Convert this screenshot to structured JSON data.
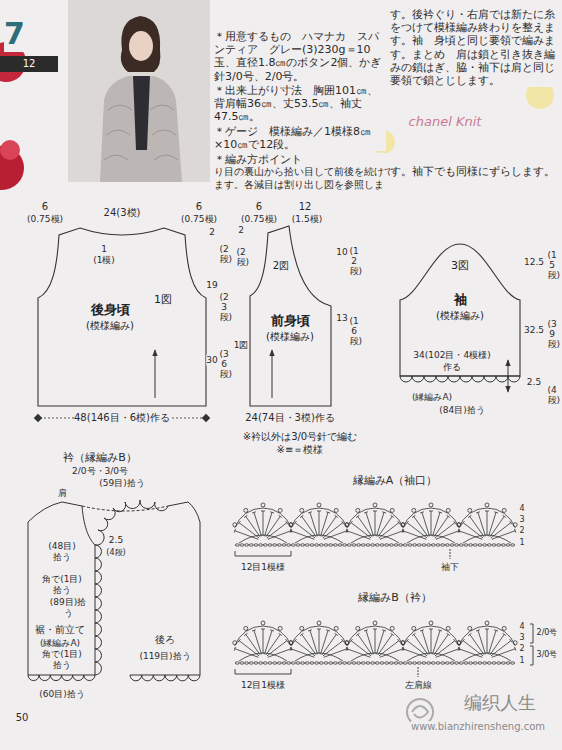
{
  "diagram": {
    "nodes": [
      {
        "text": [
          "1図",
          "後身頃",
          "(模様編み)"
        ]
      },
      {
        "text": [
          "2図",
          "前身頃",
          "(模様編み)"
        ]
      },
      {
        "text": [
          "3図",
          "袖",
          "(模様編み)"
        ]
      }
    ],
    "labels": [
      "7",
      "12",
      "＊用意するもの　ハマナカ　スパンティア　グレー(3)230g＝10玉、直径1.8㎝のボタン2個、かぎ針3/0号、2/0号。",
      "＊出来上がり寸法　胸囲101㎝、背肩幅36㎝、丈53.5㎝、袖丈47.5㎝。",
      "＊ゲージ　模様編み／1模様8㎝×10㎝で12段。",
      "＊編み方ポイント",
      "り目の裏山から拾い目して前後を続けて",
      "ます。各減目は割り出し図を参照しま",
      "す。後衿ぐり・右肩では新たに糸をつけて模様編み終わりを整えます。袖　身頃と同じ要領で編みます。まとめ　肩は鎖と引き抜き編みの鎖はぎ、脇・袖下は肩と同じ要領で鎖とじします。",
      "す。袖下でも同様にずらします。",
      "chanel Knit",
      "6",
      "(0.75模)",
      "24(3模)",
      "6",
      "(0.75模)",
      "1",
      "(1模)",
      "2",
      "(2段)",
      "19",
      "(23段)",
      "30",
      "(36段)",
      "48(146目・6模)作る",
      "6",
      "(0.75模)",
      "12",
      "(1.5模)",
      "2",
      "(2段)",
      "1図",
      "10",
      "(12段)",
      "13",
      "(16段)",
      "24(74目・3模)作る",
      "※衿以外は3/0号針で編む",
      "※≡＝模様",
      "12.5",
      "(15段)",
      "32.5",
      "(39段)",
      "2.5",
      "(4段)",
      "34(102目・4模様)",
      "作る",
      "(縁編みA)",
      "(84目)拾う",
      "衿（縁編みB）",
      "2/0号・3/0号",
      "(59目)拾う",
      "肩",
      "(48目)拾う",
      "2.5",
      "(4段)",
      "角で(1目)拾う",
      "(89目)拾う",
      "裾・前立て",
      "(縁編みA)",
      "角で(1目)拾う",
      "(60目)拾う",
      "後ろ",
      "(119目)拾う",
      "縁編みA（袖口）",
      "4",
      "3",
      "2",
      "1",
      "12目1模様",
      "袖下",
      "縁編みB（衿）",
      "4",
      "3",
      "2",
      "1",
      "2/0号",
      "3/0号",
      "12目1模様",
      "左肩線",
      "编织人生",
      "www.bianzhirensheng.com",
      "50"
    ]
  }
}
